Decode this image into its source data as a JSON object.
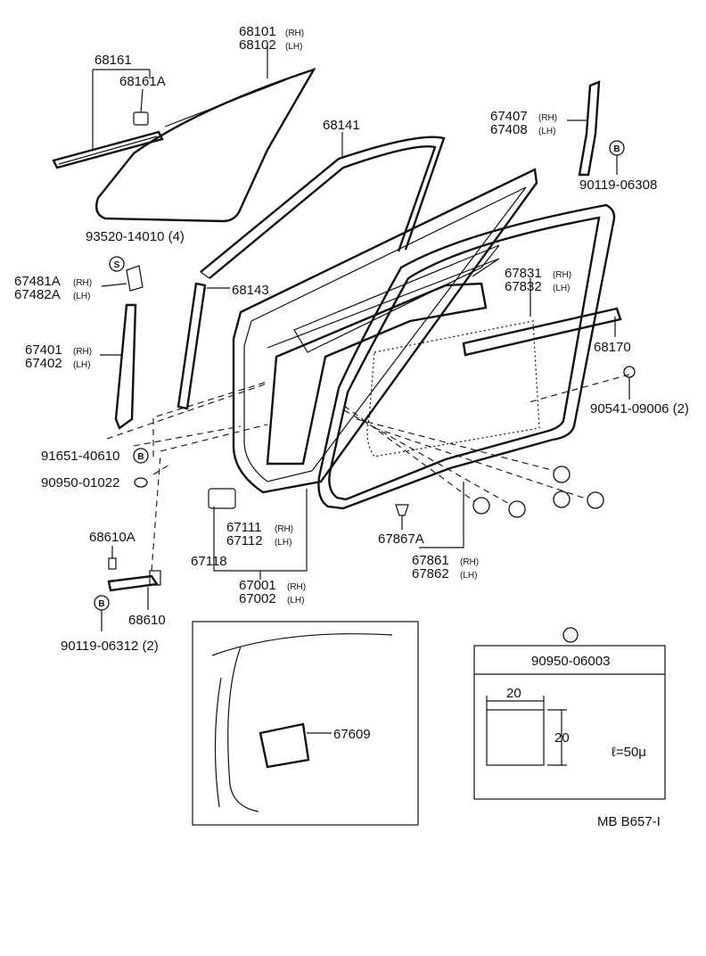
{
  "labels": {
    "p68101": "68101",
    "p68101_side": "(RH)",
    "p68102": "68102",
    "p68102_side": "(LH)",
    "p68161": "68161",
    "p68161A": "68161A",
    "p68141": "68141",
    "p67407": "67407",
    "p67407_side": "(RH)",
    "p67408": "67408",
    "p67408_side": "(LH)",
    "p90119_06308": "90119-06308",
    "p93520": "93520-14010 (4)",
    "p67481A": "67481A",
    "p67481A_side": "(RH)",
    "p67482A": "67482A",
    "p67482A_side": "(LH)",
    "p68143": "68143",
    "p67831": "67831",
    "p67831_side": "(RH)",
    "p67832": "67832",
    "p67832_side": "(LH)",
    "p68170": "68170",
    "p67401": "67401",
    "p67401_side": "(RH)",
    "p67402": "67402",
    "p67402_side": "(LH)",
    "p90541": "90541-09006 (2)",
    "p91651": "91651-40610",
    "p90950_01022": "90950-01022",
    "p68610A": "68610A",
    "p67111": "67111",
    "p67111_side": "(RH)",
    "p67112": "67112",
    "p67112_side": "(LH)",
    "p67118": "67118",
    "p67867A": "67867A",
    "p67861": "67861",
    "p67861_side": "(RH)",
    "p67862": "67862",
    "p67862_side": "(LH)",
    "p67001": "67001",
    "p67001_side": "(RH)",
    "p67002": "67002",
    "p67002_side": "(LH)",
    "p68610": "68610",
    "p90119_06312": "90119-06312 (2)",
    "p67609": "67609",
    "p90950_06003": "90950-06003",
    "dim_width": "20",
    "dim_height": "20",
    "thickness": "ℓ=50μ",
    "footer_code": "MB  B657-I"
  },
  "symbols": {
    "bolt_letter": "B",
    "screw_letter": "S"
  }
}
